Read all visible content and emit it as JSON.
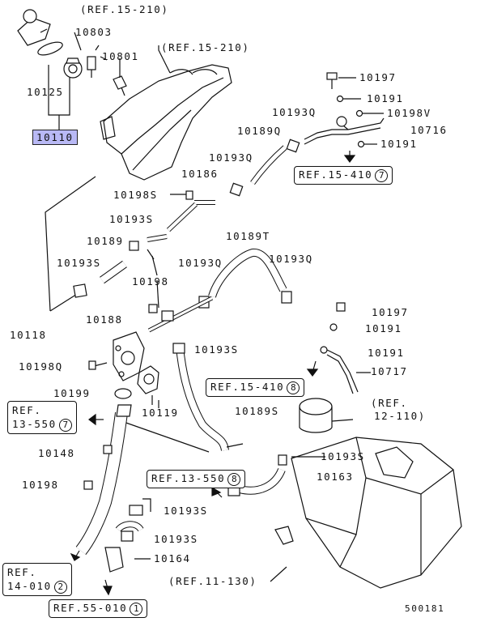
{
  "callouts": {
    "c10803": "10803",
    "c10801": "10801",
    "c10125": "10125",
    "c10110": "10110",
    "c10197a": "10197",
    "c10191a": "10191",
    "c10198v": "10198V",
    "c10716": "10716",
    "c10191b": "10191",
    "c10193qa": "10193Q",
    "c10189q": "10189Q",
    "c10193qb": "10193Q",
    "c10186": "10186",
    "c10198s": "10198S",
    "c10193sa": "10193S",
    "c10189": "10189",
    "c10189t": "10189T",
    "c10193sb": "10193S",
    "c10193qc": "10193Q",
    "c10193qd": "10193Q",
    "c10198": "10198",
    "c10197b": "10197",
    "c10191c": "10191",
    "c10188": "10188",
    "c10118": "10118",
    "c10193sc": "10193S",
    "c10191d": "10191",
    "c10198q": "10198Q",
    "c10717": "10717",
    "c10199": "10199",
    "c10119": "10119",
    "c10189s": "10189S",
    "c10148": "10148",
    "c10193sd": "10193S",
    "c10163": "10163",
    "c10198b": "10198",
    "c10193se": "10193S",
    "c10193sf": "10193S",
    "c10164": "10164"
  },
  "refs": {
    "r15210a": "(REF.15-210)",
    "r15210b": "(REF.15-210)",
    "r15410a": "REF.15-410",
    "r15410a_n": "7",
    "r15410b": "REF.15-410",
    "r15410b_n": "8",
    "r12110_1": "(REF.",
    "r12110_2": "12-110)",
    "r13550a_1": "REF.",
    "r13550a_2": "13-550",
    "r13550a_n": "7",
    "r13550b": "REF.13-550",
    "r13550b_n": "8",
    "r14010_1": "REF.",
    "r14010_2": "14-010",
    "r14010_n": "2",
    "r11130": "(REF.11-130)",
    "r55010": "REF.55-010",
    "r55010_n": "1"
  },
  "diagram_id": "500181"
}
